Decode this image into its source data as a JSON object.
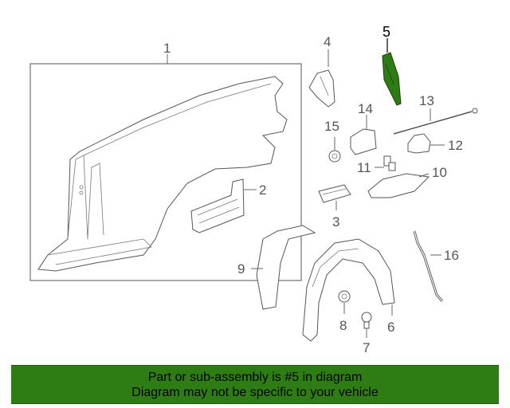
{
  "callouts": {
    "c1": "1",
    "c2": "2",
    "c3": "3",
    "c4": "4",
    "c5": "5",
    "c6": "6",
    "c7": "7",
    "c8": "8",
    "c9": "9",
    "c10": "10",
    "c11": "11",
    "c12": "12",
    "c13": "13",
    "c14": "14",
    "c15": "15",
    "c16": "16"
  },
  "highlight": {
    "part": "5",
    "color": "#2e7d14"
  },
  "banner": {
    "line1": "Part or sub-assembly is #5 in diagram",
    "line2": "Diagram may not be specific to your vehicle",
    "color": "#2e7d14"
  }
}
